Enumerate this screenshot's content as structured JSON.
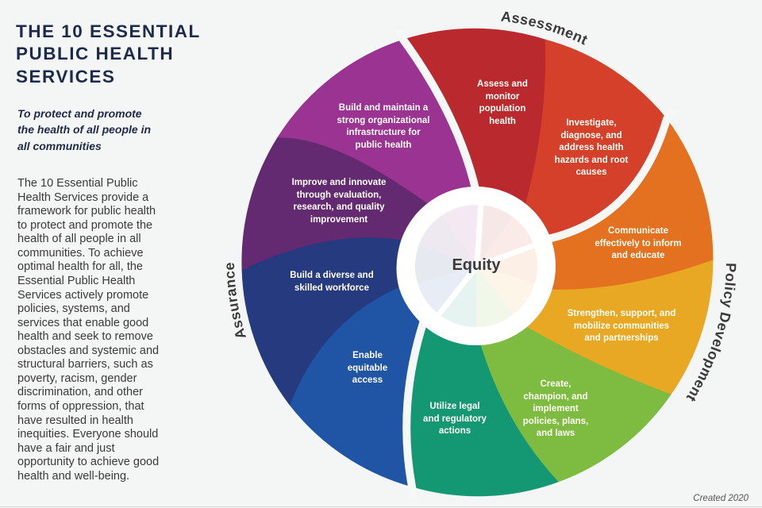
{
  "left_panel": {
    "title": "THE 10 ESSENTIAL\nPUBLIC HEALTH\nSERVICES",
    "subtitle": "To protect and promote\nthe health of all people in\nall communities",
    "body": "The 10 Essential Public\nHealth Services provide a\nframework for public health\nto protect and promote the\nhealth of all people in all\ncommunities. To achieve\noptimal health for all, the\nEssential Public Health\nServices actively promote\npolicies, systems, and\nservices that enable good\nhealth and seek to remove\nobstacles and systemic and\nstructural barriers, such as\npoverty, racism, gender\ndiscrimination, and other\nforms of oppression, that\nhave resulted in health\ninequities. Everyone should\nhave a fair and just\nopportunity to achieve good\nhealth and well-being."
  },
  "wheel": {
    "center_label": "Equity",
    "groups": [
      {
        "name": "Assessment"
      },
      {
        "name": "Policy Development"
      },
      {
        "name": "Assurance"
      }
    ],
    "segments": [
      {
        "label": "Assess and\nmonitor\npopulation\nhealth",
        "group": "Assessment",
        "color": "#b9292e"
      },
      {
        "label": "Investigate,\ndiagnose, and\naddress health\nhazards and root\ncauses",
        "group": "Assessment",
        "color": "#d5402a"
      },
      {
        "label": "Communicate\neffectively to inform\nand educate",
        "group": "Policy Development",
        "color": "#e3711f"
      },
      {
        "label": "Strengthen, support, and\nmobilize communities\nand partnerships",
        "group": "Policy Development",
        "color": "#e9a823"
      },
      {
        "label": "Create,\nchampion, and\nimplement\npolicies, plans,\nand laws",
        "group": "Policy Development",
        "color": "#7dbb41"
      },
      {
        "label": "Utilize legal\nand regulatory\nactions",
        "group": "Policy Development",
        "color": "#139873"
      },
      {
        "label": "Enable\nequitable\naccess",
        "group": "Assurance",
        "color": "#2054a5"
      },
      {
        "label": "Build a diverse and\nskilled workforce",
        "group": "Assurance",
        "color": "#263a80"
      },
      {
        "label": "Improve and innovate\nthrough evaluation,\nresearch, and quality\nimprovement",
        "group": "Assurance",
        "color": "#632a72"
      },
      {
        "label": "Build and maintain a\nstrong organizational\ninfrastructure for\npublic health",
        "group": "Assurance",
        "color": "#9a3391"
      }
    ]
  },
  "footer": {
    "created": "Created 2020"
  }
}
